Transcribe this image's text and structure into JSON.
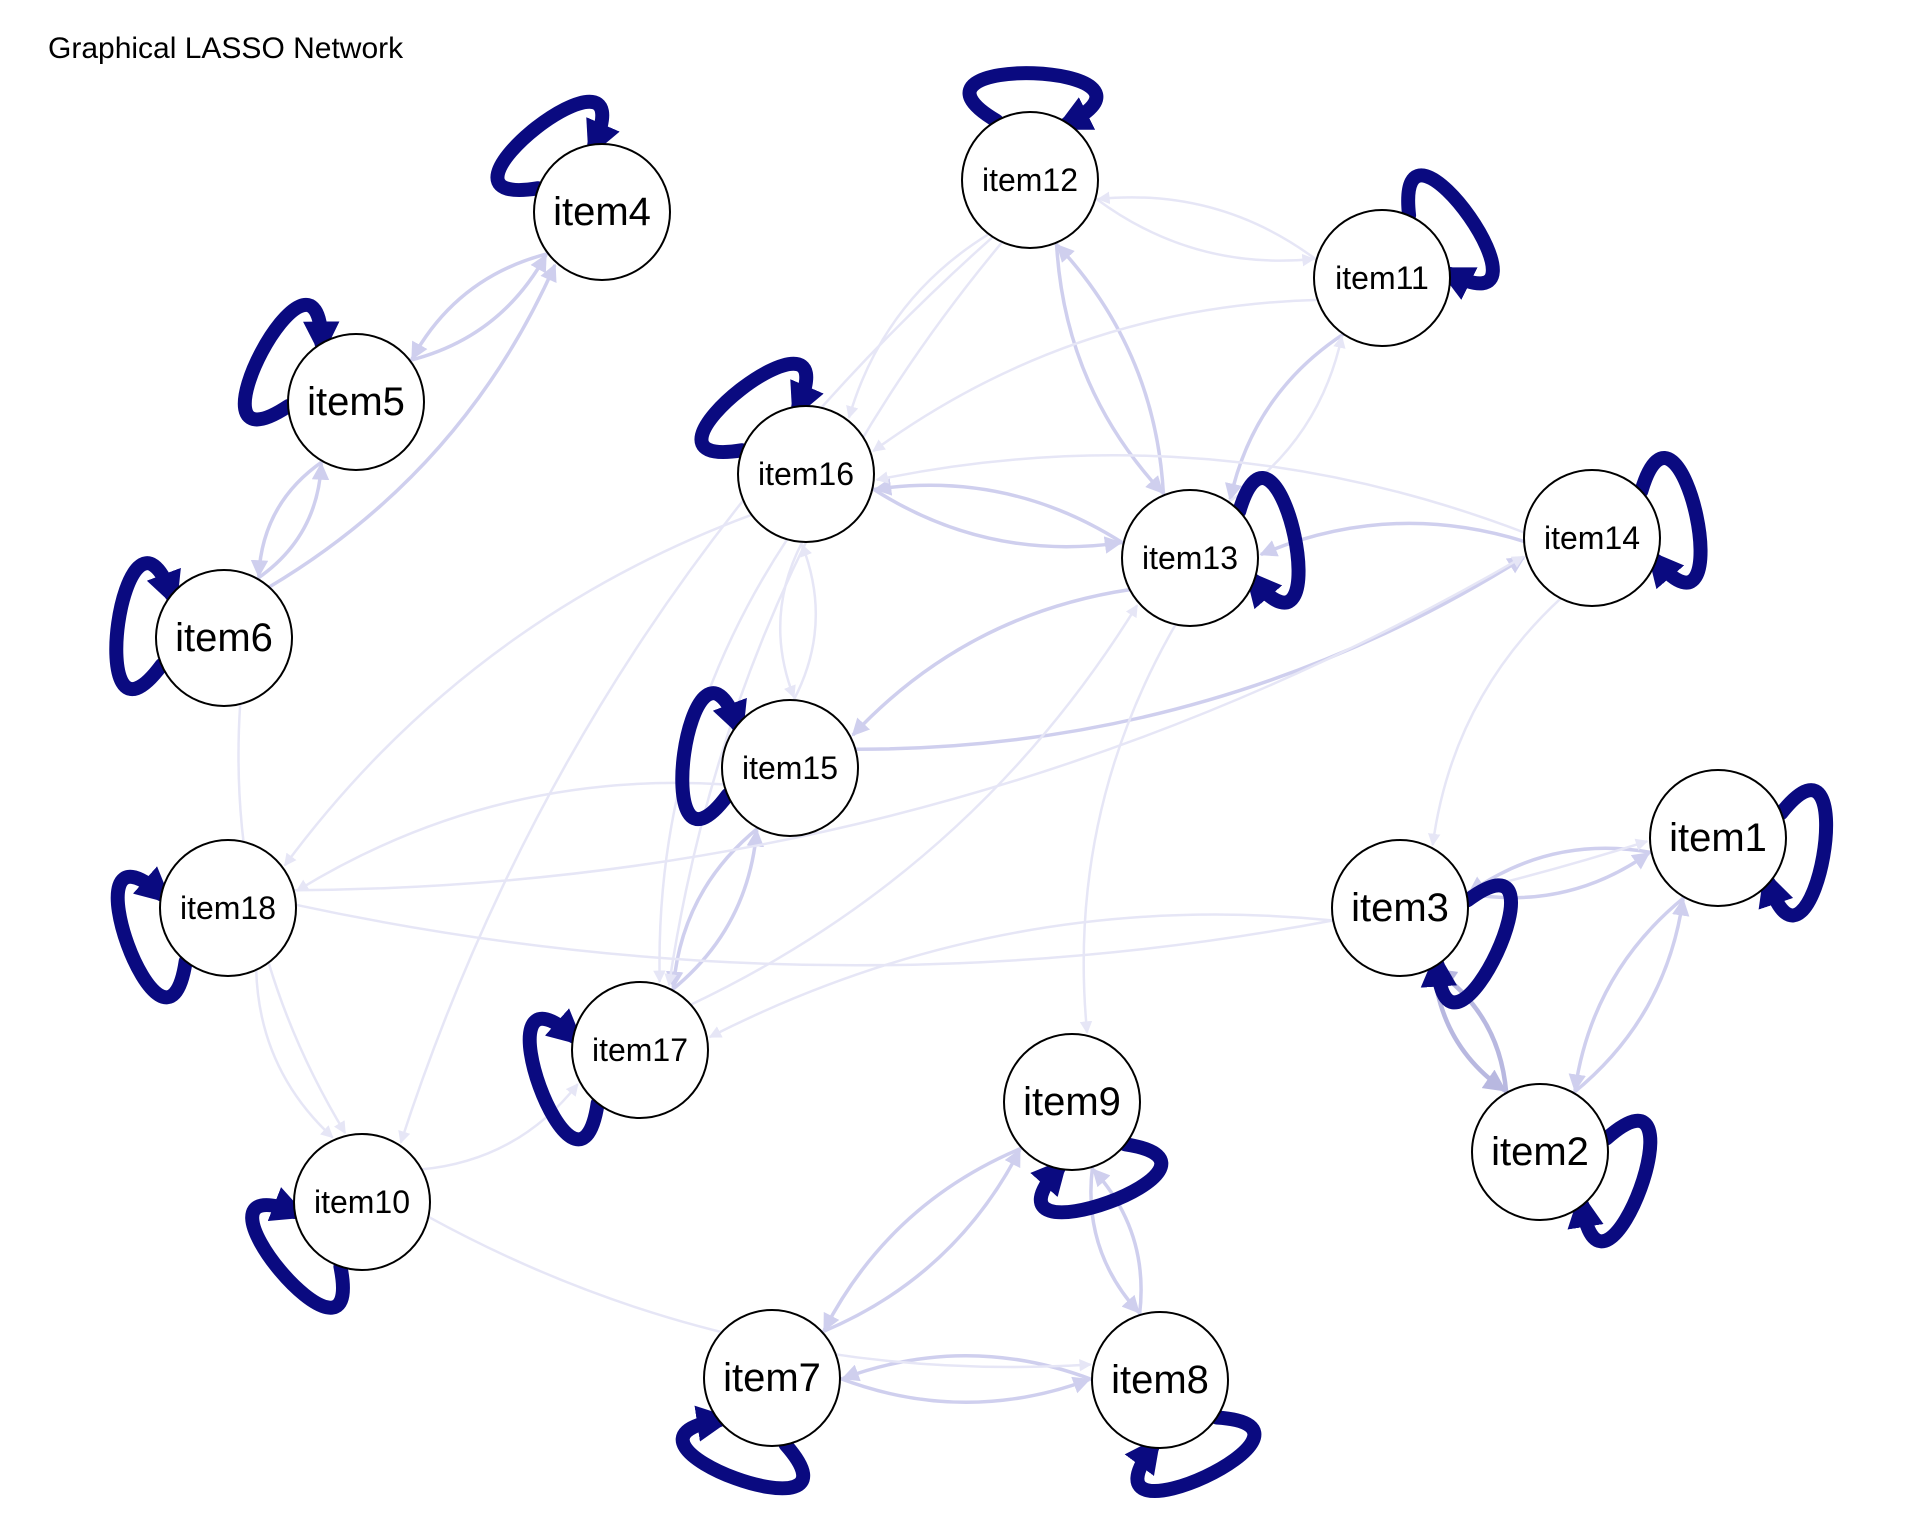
{
  "title": "Graphical LASSO Network",
  "colors": {
    "self_loop": "#0a0a80",
    "edge_strong": "#b8b8e0",
    "edge_medium": "#cfcfee",
    "edge_faint": "#e6e6f6",
    "node_fill": "#ffffff",
    "node_stroke": "#000000"
  },
  "nodes": [
    {
      "id": "item1",
      "label": "item1"
    },
    {
      "id": "item2",
      "label": "item2"
    },
    {
      "id": "item3",
      "label": "item3"
    },
    {
      "id": "item4",
      "label": "item4"
    },
    {
      "id": "item5",
      "label": "item5"
    },
    {
      "id": "item6",
      "label": "item6"
    },
    {
      "id": "item7",
      "label": "item7"
    },
    {
      "id": "item8",
      "label": "item8"
    },
    {
      "id": "item9",
      "label": "item9"
    },
    {
      "id": "item10",
      "label": "item10"
    },
    {
      "id": "item11",
      "label": "item11"
    },
    {
      "id": "item12",
      "label": "item12"
    },
    {
      "id": "item13",
      "label": "item13"
    },
    {
      "id": "item14",
      "label": "item14"
    },
    {
      "id": "item15",
      "label": "item15"
    },
    {
      "id": "item16",
      "label": "item16"
    },
    {
      "id": "item17",
      "label": "item17"
    },
    {
      "id": "item18",
      "label": "item18"
    }
  ],
  "edges": [
    {
      "from": "item4",
      "to": "item5",
      "weight": "medium"
    },
    {
      "from": "item5",
      "to": "item4",
      "weight": "medium"
    },
    {
      "from": "item5",
      "to": "item6",
      "weight": "medium"
    },
    {
      "from": "item6",
      "to": "item5",
      "weight": "medium"
    },
    {
      "from": "item6",
      "to": "item4",
      "weight": "medium"
    },
    {
      "from": "item3",
      "to": "item1",
      "weight": "medium"
    },
    {
      "from": "item1",
      "to": "item3",
      "weight": "medium"
    },
    {
      "from": "item3",
      "to": "item2",
      "weight": "strong"
    },
    {
      "from": "item2",
      "to": "item3",
      "weight": "strong"
    },
    {
      "from": "item2",
      "to": "item1",
      "weight": "medium"
    },
    {
      "from": "item1",
      "to": "item2",
      "weight": "medium"
    },
    {
      "from": "item7",
      "to": "item8",
      "weight": "medium"
    },
    {
      "from": "item8",
      "to": "item7",
      "weight": "medium"
    },
    {
      "from": "item7",
      "to": "item9",
      "weight": "medium"
    },
    {
      "from": "item9",
      "to": "item7",
      "weight": "medium"
    },
    {
      "from": "item9",
      "to": "item8",
      "weight": "medium"
    },
    {
      "from": "item8",
      "to": "item9",
      "weight": "medium"
    },
    {
      "from": "item16",
      "to": "item13",
      "weight": "medium"
    },
    {
      "from": "item13",
      "to": "item16",
      "weight": "medium"
    },
    {
      "from": "item12",
      "to": "item13",
      "weight": "medium"
    },
    {
      "from": "item13",
      "to": "item12",
      "weight": "medium"
    },
    {
      "from": "item11",
      "to": "item13",
      "weight": "medium"
    },
    {
      "from": "item13",
      "to": "item11",
      "weight": "faint"
    },
    {
      "from": "item11",
      "to": "item12",
      "weight": "faint"
    },
    {
      "from": "item12",
      "to": "item11",
      "weight": "faint"
    },
    {
      "from": "item14",
      "to": "item13",
      "weight": "medium"
    },
    {
      "from": "item15",
      "to": "item14",
      "weight": "medium"
    },
    {
      "from": "item13",
      "to": "item15",
      "weight": "medium"
    },
    {
      "from": "item15",
      "to": "item16",
      "weight": "faint"
    },
    {
      "from": "item16",
      "to": "item15",
      "weight": "faint"
    },
    {
      "from": "item15",
      "to": "item17",
      "weight": "medium"
    },
    {
      "from": "item17",
      "to": "item15",
      "weight": "medium"
    },
    {
      "from": "item11",
      "to": "item16",
      "weight": "faint"
    },
    {
      "from": "item14",
      "to": "item16",
      "weight": "faint"
    },
    {
      "from": "item16",
      "to": "item18",
      "weight": "faint"
    },
    {
      "from": "item18",
      "to": "item14",
      "weight": "faint"
    },
    {
      "from": "item14",
      "to": "item3",
      "weight": "faint"
    },
    {
      "from": "item13",
      "to": "item9",
      "weight": "faint"
    },
    {
      "from": "item18",
      "to": "item10",
      "weight": "faint"
    },
    {
      "from": "item10",
      "to": "item17",
      "weight": "faint"
    },
    {
      "from": "item16",
      "to": "item17",
      "weight": "faint"
    },
    {
      "from": "item12",
      "to": "item10",
      "weight": "faint"
    },
    {
      "from": "item12",
      "to": "item17",
      "weight": "faint"
    },
    {
      "from": "item15",
      "to": "item18",
      "weight": "faint"
    },
    {
      "from": "item6",
      "to": "item10",
      "weight": "faint"
    },
    {
      "from": "item17",
      "to": "item13",
      "weight": "faint"
    },
    {
      "from": "item3",
      "to": "item17",
      "weight": "faint"
    },
    {
      "from": "item10",
      "to": "item8",
      "weight": "faint"
    },
    {
      "from": "item18",
      "to": "item1",
      "weight": "faint"
    },
    {
      "from": "item12",
      "to": "item16",
      "weight": "faint"
    }
  ]
}
